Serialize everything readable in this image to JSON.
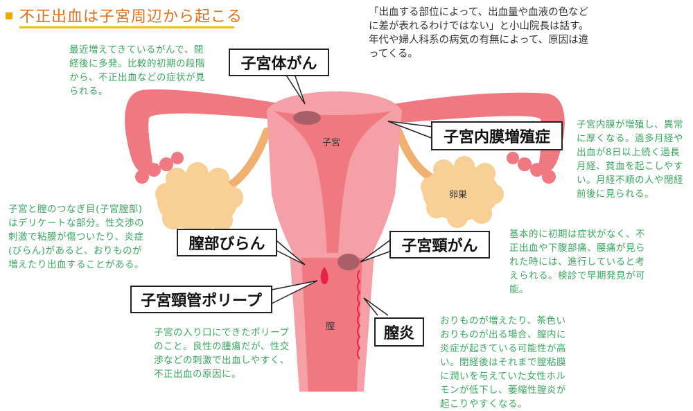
{
  "header": {
    "title": "不正出血は子宮周辺から起こる",
    "accent_color": "#e0701a",
    "underline_color": "#f2c200",
    "bullet_color": "#f0a800"
  },
  "quote": "「出血する部位によって、出血量や血液の色などに差が表れるわけではない」と小山院長は話す。年代や婦人科系の病気の有無によって、原因は違ってくる。",
  "organ_labels": {
    "uterus": "子宮",
    "ovary": "卵巣",
    "vagina": "膣"
  },
  "callouts": [
    {
      "id": "uterine-body-cancer",
      "label": "子宮体がん",
      "description": "最近増えてきているがんで、閉経後に多発。比較的初期の段階から、不正出血などの症状が見られる。"
    },
    {
      "id": "endometrial-hyperplasia",
      "label": "子宮内膜増殖症",
      "description": "子宮内膜が増殖し、異常に厚くなる。過多月経や出血が8日以上続く過長月経、貧血を起こしやすい。月経不順の人や閉経前後に見られる。"
    },
    {
      "id": "cervical-erosion",
      "label": "膣部びらん",
      "description": "子宮と膣のつなぎ目(子宮膣部)はデリケートな部分。性交渉の刺激で粘膜が傷ついたり、炎症(びらん)があると、おりものが増えたり出血することがある。"
    },
    {
      "id": "cervical-cancer",
      "label": "子宮頸がん",
      "description": "基本的に初期は症状がなく、不正出血や下腹部痛、腰痛が見られた時には、進行していると考えられる。検診で早期発見が可能。"
    },
    {
      "id": "cervical-polyp",
      "label": "子宮頸管ポリープ",
      "description": "子宮の入り口にできたポリープのこと。良性の腫瘍だが、性交渉などの刺激で出血しやすく、不正出血の原因に。"
    },
    {
      "id": "vaginitis",
      "label": "膣炎",
      "description": "おりものが増えたり、茶色いおりものが出る場合、膣内に炎症が起きている可能性が高い。閉経後はそれまで膣粘膜に潤いを与えていた女性ホルモンが低下し、萎縮性膣炎が起こりやすくなる。"
    }
  ],
  "colors": {
    "note_text": "#3aa860",
    "uterus_light": "#f4a0a6",
    "uterus_mid": "#f07880",
    "uterus_dark": "#e85a66",
    "ovary": "#f8cf94",
    "ligament": "#f0b070"
  }
}
